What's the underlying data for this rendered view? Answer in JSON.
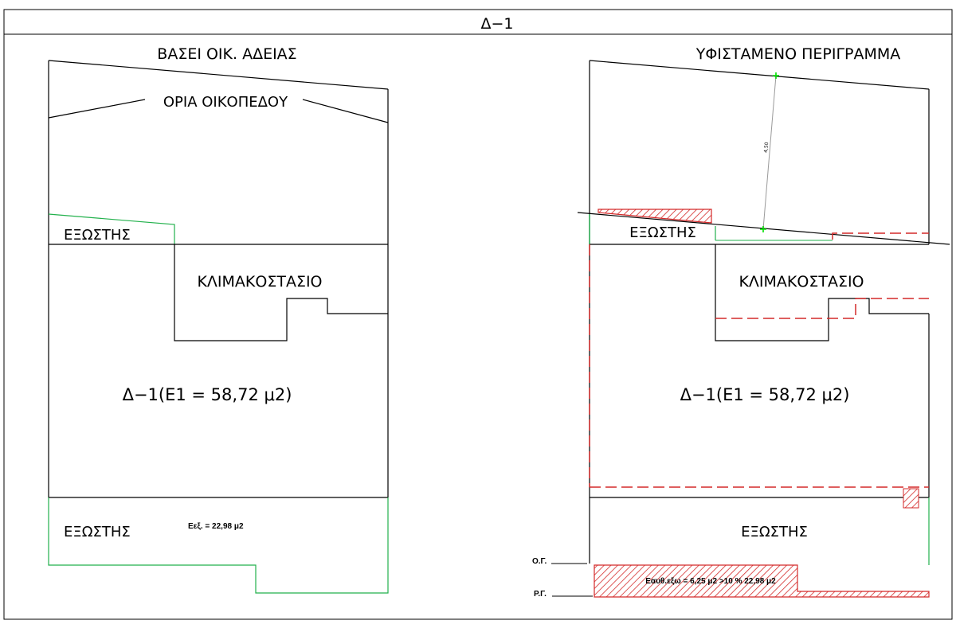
{
  "title": "Δ−1",
  "left": {
    "heading": "ΒΑΣΕΙ ΟΙΚ. ΑΔΕΙΑΣ",
    "plot_label": "ΟΡΙΑ ΟΙΚΟΠΕΔΟΥ",
    "balcony_top": "ΕΞΩΣΤΗΣ",
    "stair": "ΚΛΙΜΑΚΟΣΤΑΣΙΟ",
    "unit": "Δ−1(Ε1 = 58,72 μ2)",
    "balcony_bottom": "ΕΞΩΣΤΗΣ",
    "area_note": "Εεξ. = 22,98 μ2"
  },
  "right": {
    "heading": "ΥΦΙΣΤΑΜΕΝΟ ΠΕΡΙΓΡΑΜΜΑ",
    "dimension": "4,50",
    "balcony_top": "ΕΞΩΣΤΗΣ",
    "stair": "ΚΛΙΜΑΚΟΣΤΑΣΙΟ",
    "unit": "Δ−1(Ε1 = 58,72 μ2)",
    "balcony_bottom": "ΕΞΩΣΤΗΣ",
    "og_label": "Ο.Γ.",
    "rg_label": "Ρ.Γ.",
    "violation_note": "Εαυθ.εξω = 6,25 μ2 >10 % 22,98 μ2"
  },
  "colors": {
    "outline": "#000000",
    "balcony_green": "#22b14c",
    "violation_red": "#d42a2a",
    "marker_green": "#00e000",
    "dimension_gray": "#9a9a9a"
  }
}
